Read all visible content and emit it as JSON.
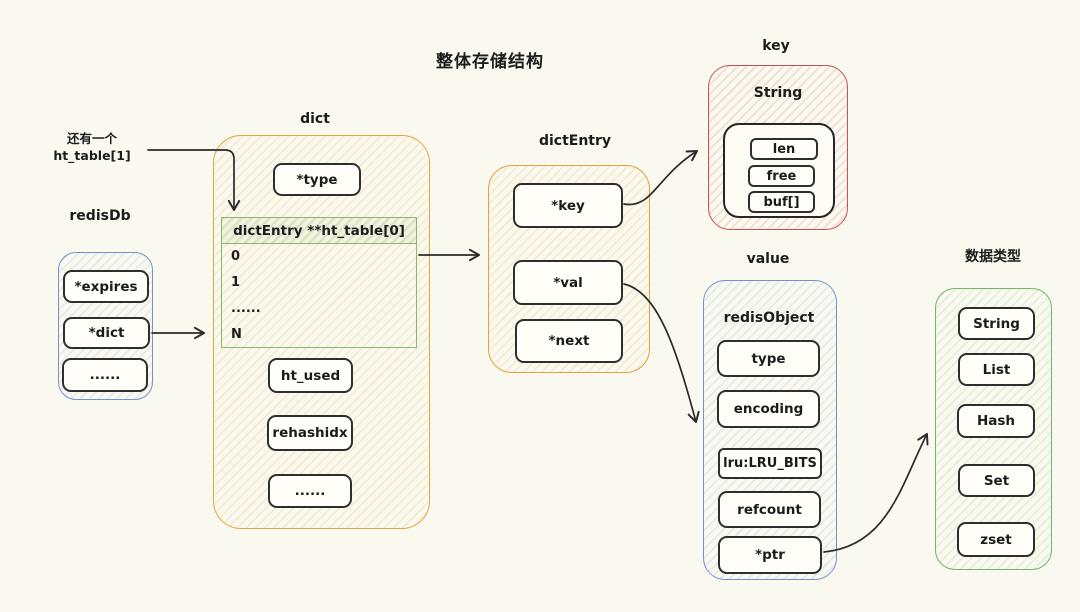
{
  "title": "整体存储结构",
  "annotation": {
    "line1": "还有一个",
    "line2": "ht_table[1]"
  },
  "redisdb": {
    "label": "redisDb",
    "items": [
      "*expires",
      "*dict",
      "......"
    ]
  },
  "dict": {
    "label": "dict",
    "type_field": "*type",
    "ht_table": {
      "header": "dictEntry **ht_table[0]",
      "rows": [
        "0",
        "1",
        "......",
        "N"
      ]
    },
    "items": [
      "ht_used",
      "rehashidx",
      "......"
    ]
  },
  "dictentry": {
    "label": "dictEntry",
    "items": [
      "*key",
      "*val",
      "*next"
    ]
  },
  "key": {
    "label": "key",
    "struct": "String",
    "items": [
      "len",
      "free",
      "buf[]"
    ]
  },
  "value": {
    "label": "value",
    "struct": "redisObject",
    "items": [
      "type",
      "encoding",
      "lru:LRU_BITS",
      "refcount",
      "*ptr"
    ]
  },
  "datatypes": {
    "label": "数据类型",
    "items": [
      "String",
      "List",
      "Hash",
      "Set",
      "zset"
    ]
  },
  "colors": {
    "background": "#faf9ef",
    "dict_border": "#dfa93e",
    "dictentry_border": "#e3a23b",
    "blue_border": "#6f93d6",
    "red_border": "#c65350",
    "green_border": "#6db768",
    "table_green": "#87b96a",
    "node_border": "#2e2e2e",
    "arrow": "#2b2b2b"
  }
}
